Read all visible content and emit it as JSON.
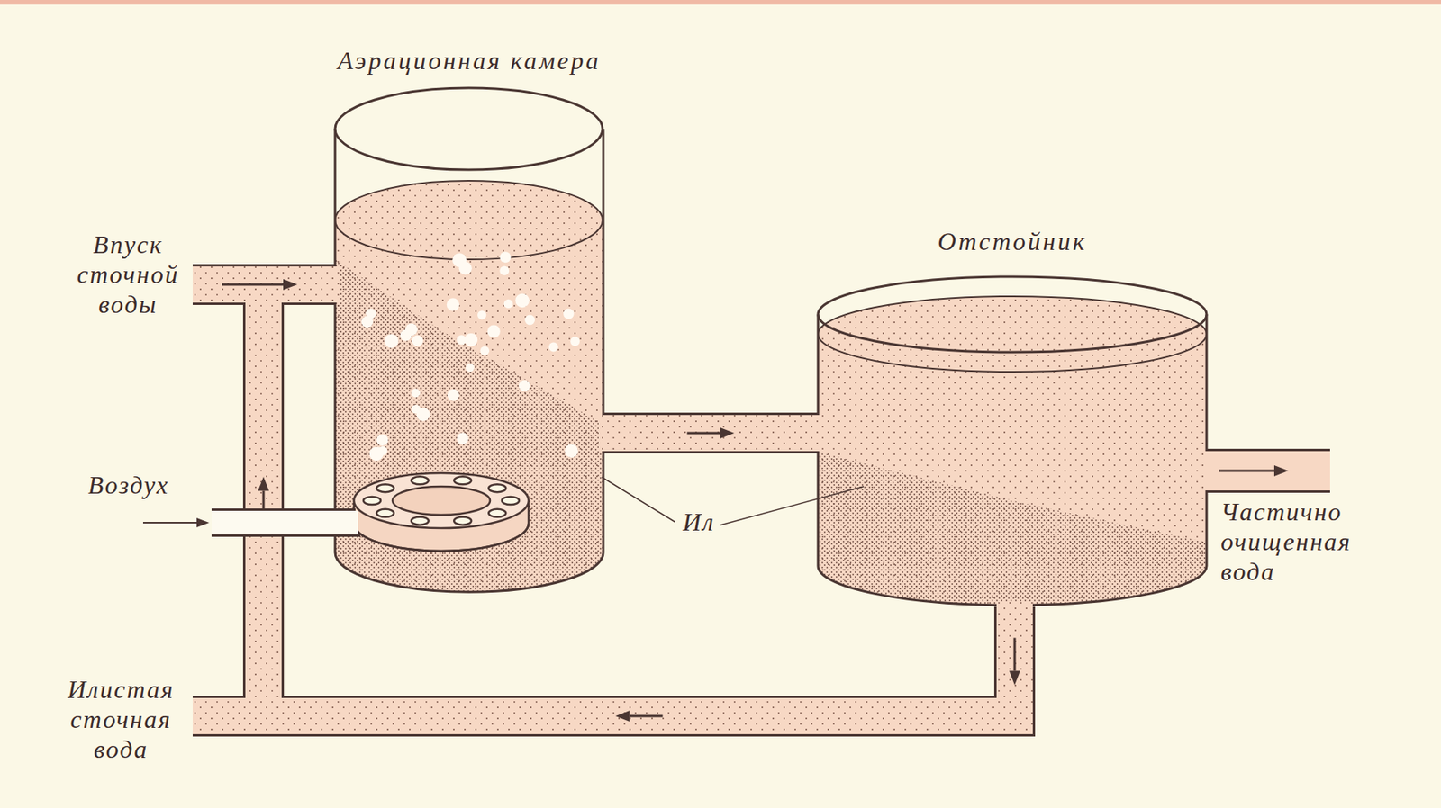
{
  "diagram": {
    "nodes": [
      {
        "text": [
          "Аэрационная камера"
        ]
      },
      {
        "text": [
          "Отстойник"
        ]
      }
    ],
    "edges": [
      {
        "from": 0,
        "to": 1,
        "arrow": "to"
      },
      {
        "from": 1,
        "to": 0,
        "arrow": "to"
      }
    ],
    "labels": [
      "Впуск сточной воды",
      "Воздух",
      "Ил",
      "Частично очищенная вода",
      "Илистая сточная вода"
    ]
  }
}
